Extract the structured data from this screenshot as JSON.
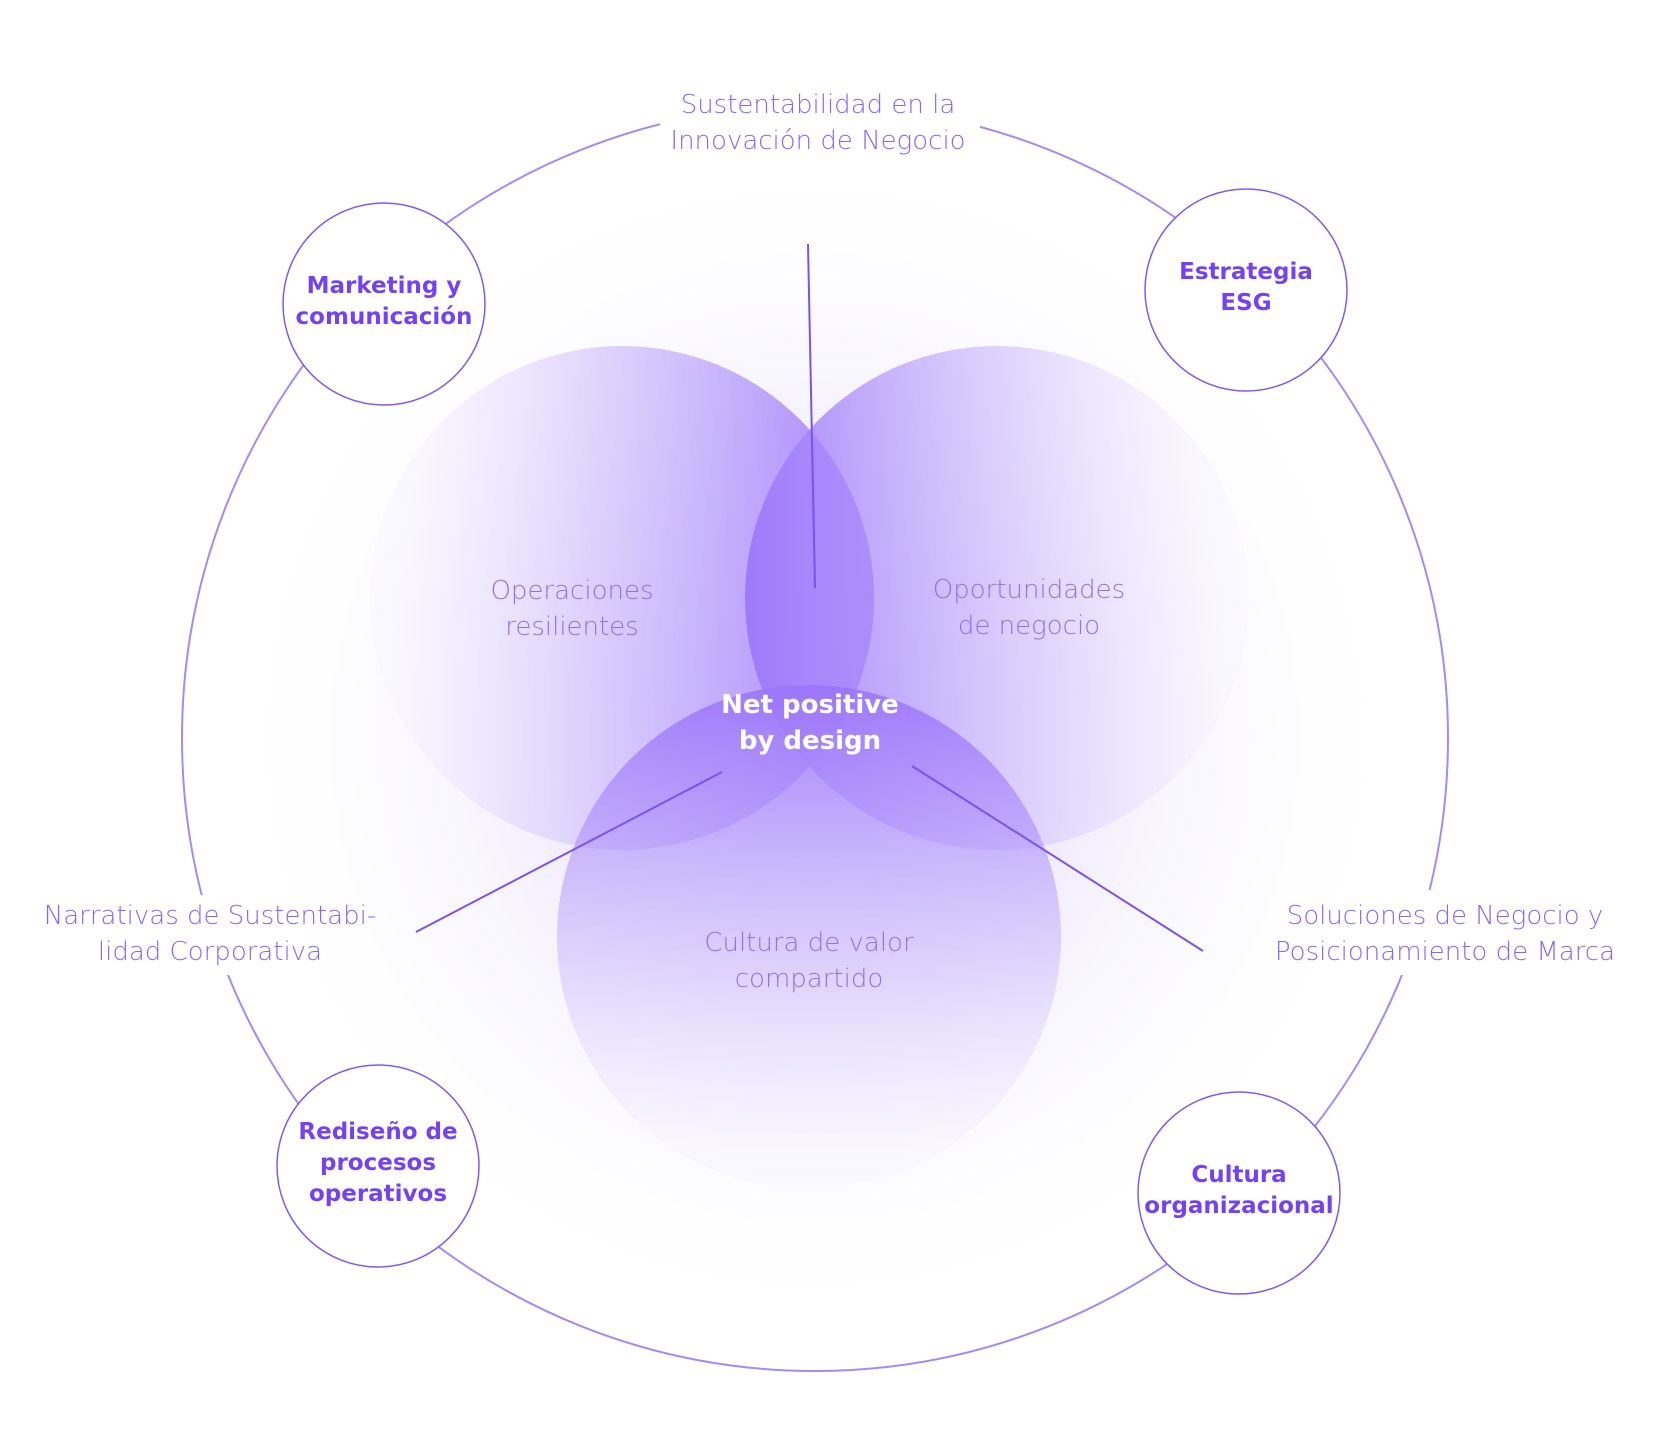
{
  "diagram": {
    "center": {
      "line1": "Net positive",
      "line2": "by design"
    },
    "venn": {
      "top_left": {
        "line1": "Operaciones",
        "line2": "resilientes"
      },
      "top_right": {
        "line1": "Oportunidades",
        "line2": "de negocio"
      },
      "bottom": {
        "line1": "Cultura de valor",
        "line2": "compartido"
      }
    },
    "outer_labels": {
      "top": {
        "line1": "Sustentabilidad en la",
        "line2": "Innovación de Negocio"
      },
      "left": {
        "line1": "Narrativas de Sustentabi-",
        "line2": "lidad Corporativa"
      },
      "right": {
        "line1": "Soluciones de Negocio y",
        "line2": "Posicionamiento de Marca"
      }
    },
    "nodes": {
      "marketing": {
        "line1": "Marketing y",
        "line2": "comunicación"
      },
      "esg": {
        "line1": "Estrategia",
        "line2": "ESG"
      },
      "procesos": {
        "line1": "Rediseño de",
        "line2": "procesos",
        "line3": "operativos"
      },
      "cultura": {
        "line1": "Cultura",
        "line2": "organizacional"
      }
    }
  },
  "colors": {
    "accent": "#7442f2",
    "ring": "#a58af4",
    "label": "#8a66f0",
    "venn_fill": "#9b74fb"
  }
}
